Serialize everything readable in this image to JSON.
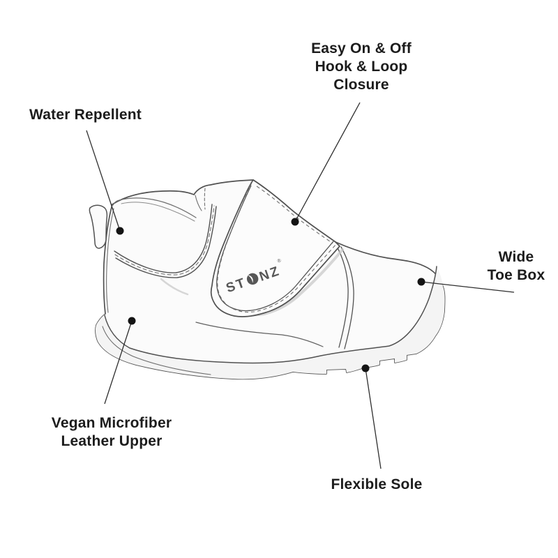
{
  "diagram": {
    "type": "product-feature-callouts",
    "product": "baby bootie shoe",
    "background_color": "#ffffff",
    "brand": {
      "logo_full": "STONZ",
      "logo_st": "ST",
      "logo_nz": "NZ",
      "registered_mark": "®"
    },
    "colors": {
      "outline": "#515151",
      "stitch": "#6e6e6e",
      "label_text": "#1c1c1c",
      "callout_line": "#2e2e2e",
      "dot": "#141414",
      "body_fill": "#fbfbfb",
      "strap_fill": "#fcfcfc",
      "sole_fill": "#f4f4f4",
      "shadow": "#c9c9c9",
      "logo_color": "#575757"
    },
    "callouts": [
      {
        "id": "closure",
        "label": "Easy On & Off\nHook & Loop\nClosure",
        "points_to": "hook and loop strap"
      },
      {
        "id": "water",
        "label": "Water Repellent",
        "points_to": "ankle collar"
      },
      {
        "id": "toe",
        "label": "Wide\nToe Box",
        "points_to": "toe box"
      },
      {
        "id": "upper",
        "label": "Vegan Microfiber\nLeather Upper",
        "points_to": "quarter panel"
      },
      {
        "id": "sole",
        "label": "Flexible Sole",
        "points_to": "sole edge"
      }
    ]
  }
}
